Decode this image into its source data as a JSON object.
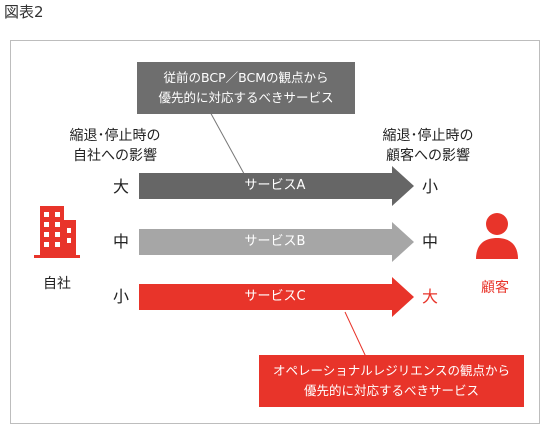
{
  "figure_title": "図表2",
  "top_callout": {
    "line1": "従前のBCP／BCMの観点から",
    "line2": "優先的に対応するべきサービス"
  },
  "bottom_callout": {
    "line1": "オペレーショナルレジリエンスの観点から",
    "line2": "優先的に対応するべきサービス"
  },
  "left_header": {
    "line1": "縮退･停止時の",
    "line2": "自社への影響"
  },
  "right_header": {
    "line1": "縮退･停止時の",
    "line2": "顧客への影響"
  },
  "rows": [
    {
      "service": "サービスA",
      "own_impact": "大",
      "customer_impact": "小",
      "color": "#666666"
    },
    {
      "service": "サービスB",
      "own_impact": "中",
      "customer_impact": "中",
      "color": "#a6a6a6"
    },
    {
      "service": "サービスC",
      "own_impact": "小",
      "customer_impact": "大",
      "color": "#e8342a"
    }
  ],
  "company": {
    "label": "自社",
    "icon": "building-icon"
  },
  "customer": {
    "label": "顧客",
    "icon": "person-icon"
  },
  "colors": {
    "accent": "#e8342a",
    "dark_gray": "#666666",
    "light_gray": "#a6a6a6",
    "callout_gray": "#6e6e6e"
  }
}
